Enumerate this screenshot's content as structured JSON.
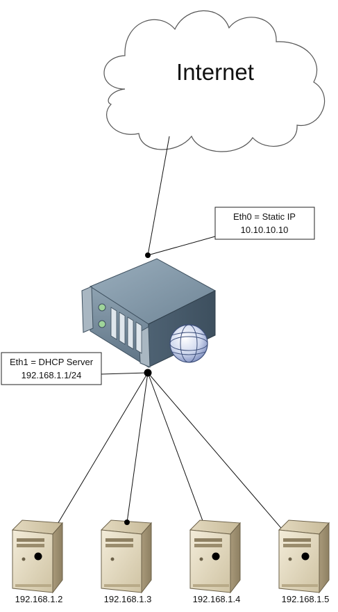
{
  "cloud": {
    "label": "Internet"
  },
  "eth0": {
    "line1": "Eth0 = Static IP",
    "line2": "10.10.10.10"
  },
  "eth1": {
    "line1": "Eth1 = DHCP Server",
    "line2": "192.168.1.1/24"
  },
  "clients": [
    {
      "ip": "192.168.1.2"
    },
    {
      "ip": "192.168.1.3"
    },
    {
      "ip": "192.168.1.4"
    },
    {
      "ip": "192.168.1.5"
    }
  ]
}
